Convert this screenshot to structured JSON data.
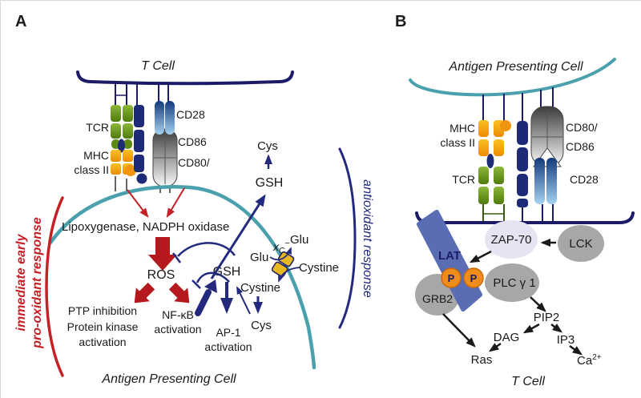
{
  "colors": {
    "membrane_navy": "#1c1b66",
    "apc_teal": "#4aa1ad",
    "arrow_navy": "#232a7e",
    "red": "#c52026",
    "block_red": "#b5181d",
    "lat_blue": "#5a6cb4",
    "zap_fill": "#e7e3f2",
    "gray_ellipse": "#a7a7a9",
    "p_orange": "#ef8c1a",
    "transporter_yellow": "#e8b820"
  },
  "panel_a": {
    "label": "A",
    "t_cell": "T Cell",
    "apc": "Antigen Presenting Cell",
    "tcr": "TCR",
    "mhc_1": "MHC",
    "mhc_2": "class II",
    "cd28": "CD28",
    "cd86": "CD86",
    "cd80": "CD80/",
    "pro_oxidant_1": "immediate early",
    "pro_oxidant_2": "pro-oxidant response",
    "antioxidant": "antioxidant response",
    "enzymes": "Lipoxygenase, NADPH oxidase",
    "ros": "ROS",
    "ptp_1": "PTP inhibition",
    "ptp_2": "Protein kinase",
    "ptp_3": "activation",
    "nfkb_1": "NF-κB",
    "nfkb_2": "activation",
    "gsh_in": "GSH",
    "ap1_1": "AP-1",
    "ap1_2": "activation",
    "cystine_in": "Cystine",
    "cys_in": "Cys",
    "glu_in": "Glu",
    "glu_out": "Glu",
    "cystine_out": "Cystine",
    "xc_x": "x",
    "xc_sub": "C",
    "xc_sup": "−",
    "gsh_out": "GSH",
    "cys_out": "Cys"
  },
  "panel_b": {
    "label": "B",
    "apc": "Antigen Presenting Cell",
    "t_cell": "T Cell",
    "mhc_1": "MHC",
    "mhc_2": "class II",
    "tcr": "TCR",
    "cd80": "CD80/",
    "cd86": "CD86",
    "cd28": "CD28",
    "zap70": "ZAP-70",
    "lck": "LCK",
    "lat": "LAT",
    "p": "P",
    "grb2": "GRB2",
    "plcg1": "PLC γ 1",
    "pip2": "PIP2",
    "dag": "DAG",
    "ip3": "IP3",
    "ras": "Ras",
    "ca": "Ca",
    "ca_sup": "2+"
  }
}
